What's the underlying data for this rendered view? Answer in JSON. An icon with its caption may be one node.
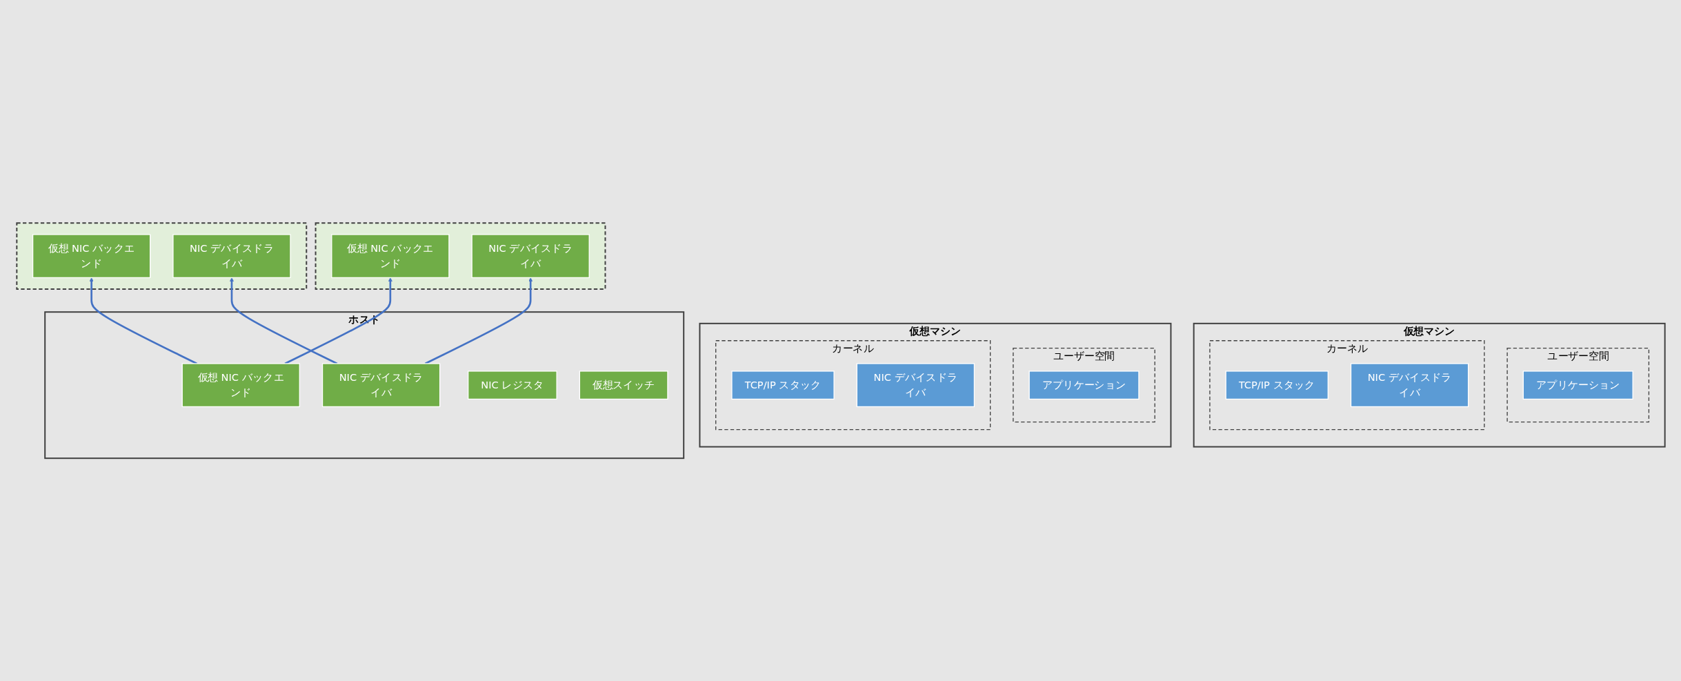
{
  "diagram": {
    "nodes": [
      {
        "text": [
          "仮想マシン"
        ]
      },
      {
        "text": [
          "ユーザー空間"
        ],
        "in": 0
      },
      {
        "text": [
          "アプリケーション"
        ],
        "in": 1
      },
      {
        "text": [
          "カーネル"
        ],
        "in": 0
      },
      {
        "text": [
          "TCP/IP スタック"
        ],
        "in": 3
      },
      {
        "text": [
          "NIC デバイスドライバ"
        ],
        "in": 3
      },
      {
        "text": [],
        "shape": "box"
      },
      {
        "text": [
          "仮想 NIC バックエンド"
        ],
        "in": 6
      },
      {
        "text": [
          "NIC デバイスドライバ"
        ],
        "in": 6
      },
      {
        "text": [
          "仮想マシン"
        ]
      },
      {
        "text": [
          "ユーザー空間"
        ],
        "in": 9
      },
      {
        "text": [
          "アプリケーション"
        ],
        "in": 10
      },
      {
        "text": [
          "カーネル"
        ],
        "in": 9
      },
      {
        "text": [
          "TCP/IP スタック"
        ],
        "in": 12
      },
      {
        "text": [
          "NIC デバイスドライバ"
        ],
        "in": 12
      },
      {
        "text": [],
        "shape": "box"
      },
      {
        "text": [
          "仮想 NIC バックエンド"
        ],
        "in": 15
      },
      {
        "text": [
          "NIC デバイスドライバ"
        ],
        "in": 15
      },
      {
        "text": [
          "ホスト"
        ]
      },
      {
        "text": [
          "NIC デバイスドライバ"
        ],
        "in": 18
      },
      {
        "text": [
          "仮想 NIC バックエンド"
        ],
        "in": 18
      },
      {
        "text": [
          "NIC レジスタ"
        ],
        "in": 18
      },
      {
        "text": [
          "仮想スイッチ"
        ],
        "in": 18
      }
    ],
    "edges": [
      {
        "from": 19,
        "to": 8,
        "arrow": "to"
      },
      {
        "from": 19,
        "to": 17,
        "arrow": "to"
      },
      {
        "from": 20,
        "to": 7,
        "arrow": "to"
      },
      {
        "from": 20,
        "to": 16,
        "arrow": "to"
      }
    ]
  }
}
